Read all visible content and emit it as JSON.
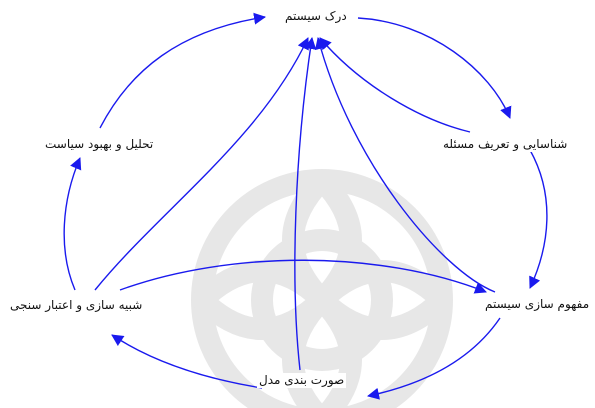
{
  "nodes": {
    "system_understanding": {
      "label": "درک سیستم"
    },
    "problem_definition": {
      "label": "شناسایی و تعریف مسئله"
    },
    "system_conceptualization": {
      "label": "مفهوم سازی سیستم"
    },
    "model_formulation": {
      "label": "صورت بندی مدل"
    },
    "simulation_validation": {
      "label": "شبیه سازی و اعتبار سنجی"
    },
    "policy_analysis": {
      "label": "تحلیل و بهبود سیاست"
    }
  },
  "edges": [
    {
      "from": "system_understanding",
      "to": "problem_definition"
    },
    {
      "from": "problem_definition",
      "to": "system_conceptualization"
    },
    {
      "from": "system_conceptualization",
      "to": "model_formulation"
    },
    {
      "from": "model_formulation",
      "to": "simulation_validation"
    },
    {
      "from": "simulation_validation",
      "to": "policy_analysis"
    },
    {
      "from": "policy_analysis",
      "to": "system_understanding"
    },
    {
      "from": "simulation_validation",
      "to": "system_conceptualization"
    },
    {
      "from": "problem_definition",
      "to": "system_understanding"
    },
    {
      "from": "system_conceptualization",
      "to": "system_understanding"
    },
    {
      "from": "model_formulation",
      "to": "system_understanding"
    },
    {
      "from": "simulation_validation",
      "to": "system_understanding"
    }
  ],
  "colors": {
    "edge": "#1a1aee",
    "text": "#111111",
    "watermark": "#e7e7e7"
  }
}
